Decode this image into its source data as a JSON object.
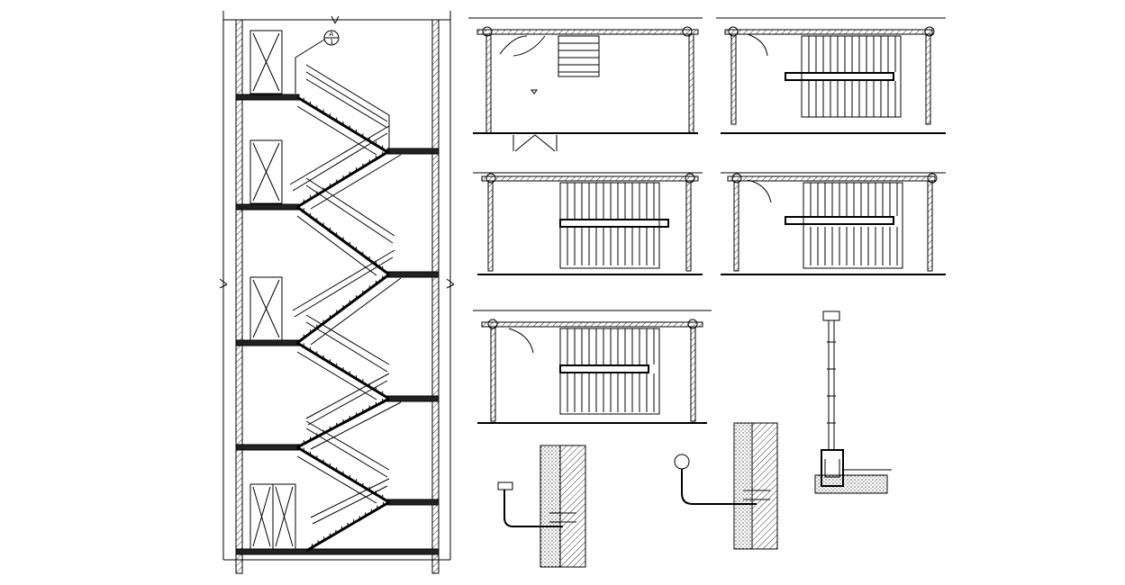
{
  "drawing": {
    "section_callout": {
      "top": "A",
      "bottom": "1"
    },
    "colors": {
      "line": "#000000",
      "background": "#ffffff"
    },
    "views": [
      "stair-section",
      "plan-ground",
      "plan-level-a",
      "plan-level-b",
      "plan-level-c",
      "plan-top",
      "handrail-detail-left",
      "handrail-detail-right",
      "balustrade-post-detail"
    ]
  }
}
